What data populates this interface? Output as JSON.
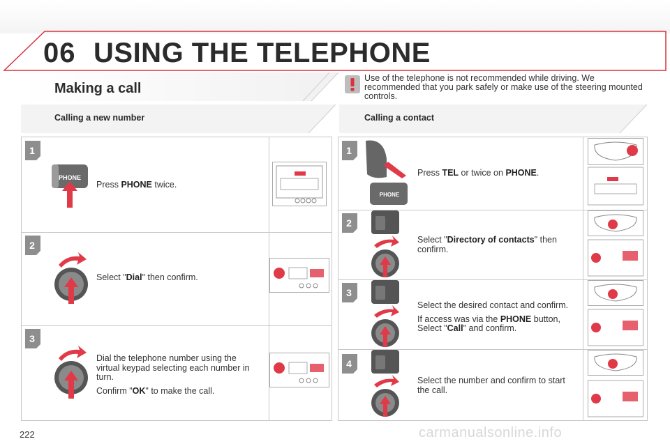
{
  "header": {
    "chapter_number": "06",
    "chapter_title": "USING THE TELEPHONE"
  },
  "section": {
    "title": "Making a call"
  },
  "warning": {
    "icon": "exclamation-icon",
    "text": "Use of the telephone is not recommended while driving. We recommended that you park safely or make use of the steering mounted controls."
  },
  "left": {
    "subtitle": "Calling a new number",
    "steps": [
      {
        "number": "1",
        "text_parts": [
          "Press ",
          "PHONE",
          " twice."
        ]
      },
      {
        "number": "2",
        "text_parts": [
          "Select \"",
          "Dial",
          "\" then confirm."
        ]
      },
      {
        "number": "3",
        "line1": "Dial the telephone number using the virtual keypad selecting each number in turn.",
        "line2_parts": [
          "Confirm \"",
          "OK",
          "\" to make the call."
        ]
      }
    ]
  },
  "right": {
    "subtitle": "Calling a contact",
    "steps": [
      {
        "number": "1",
        "text_parts": [
          "Press ",
          "TEL",
          " or twice on ",
          "PHONE",
          "."
        ]
      },
      {
        "number": "2",
        "text_parts": [
          "Select \"",
          "Directory of contacts",
          "\" then confirm."
        ]
      },
      {
        "number": "3",
        "line1": "Select the desired contact and confirm.",
        "line2_parts": [
          "If access was via the ",
          "PHONE",
          " button, Select \"",
          "Call",
          "\" and confirm."
        ]
      },
      {
        "number": "4",
        "text": "Select the number and confirm to start the call."
      }
    ]
  },
  "illustration_labels": {
    "phone_button": "PHONE"
  },
  "footer": {
    "page_number": "222",
    "watermark": "carmanualsonline.info"
  },
  "colors": {
    "accent_red": "#d9333f",
    "badge_gray": "#8e8e8e",
    "frame_red": "#d46a70",
    "arrow_red": "#e03a48"
  }
}
